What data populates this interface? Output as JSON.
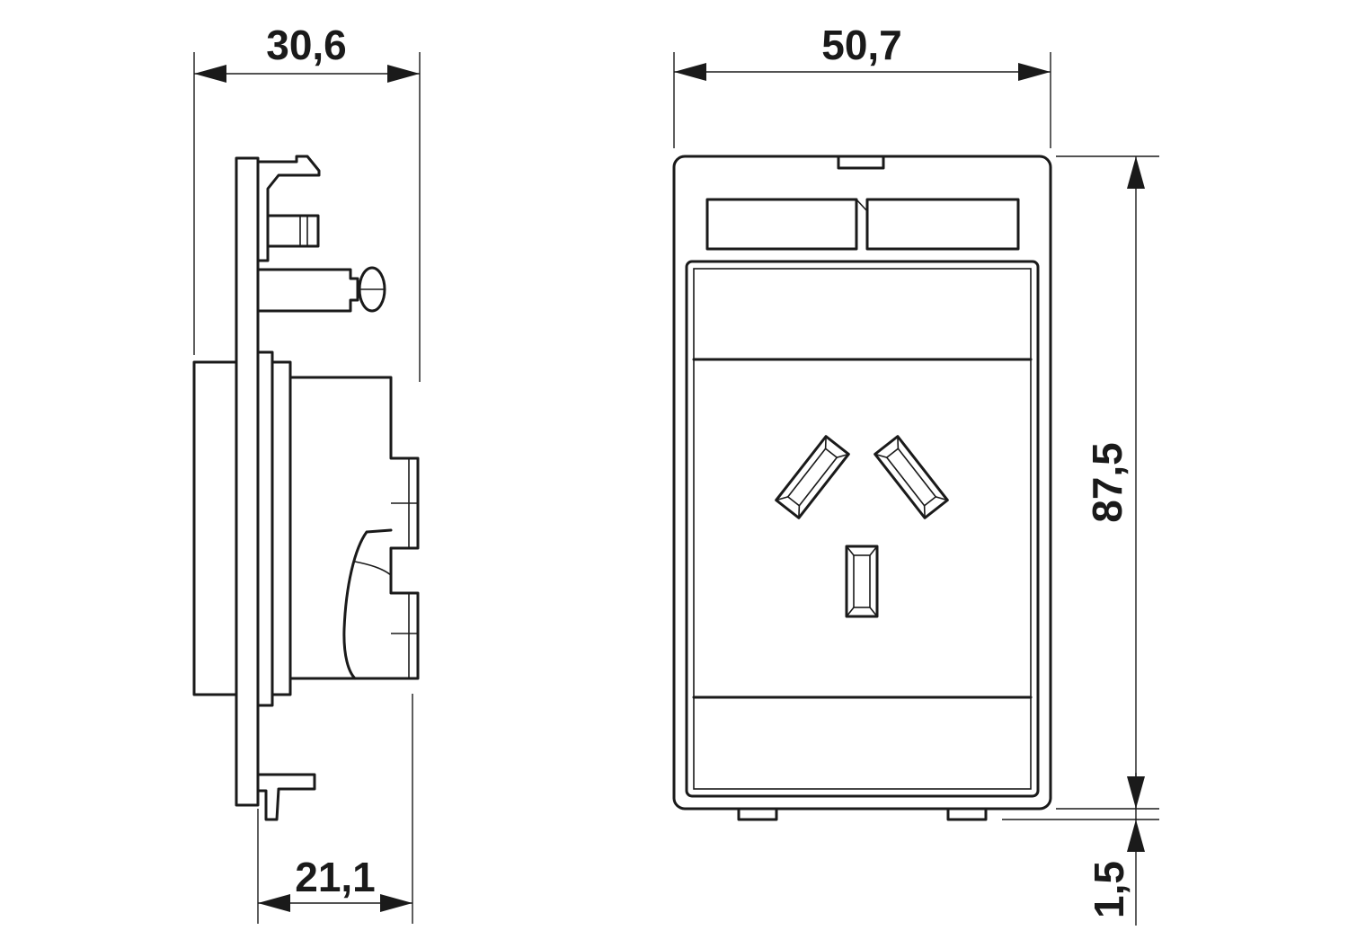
{
  "dimensions": {
    "side_width": "30,6",
    "side_depth": "21,1",
    "front_width": "50,7",
    "front_height": "87,5",
    "bottom_offset": "1,5"
  }
}
